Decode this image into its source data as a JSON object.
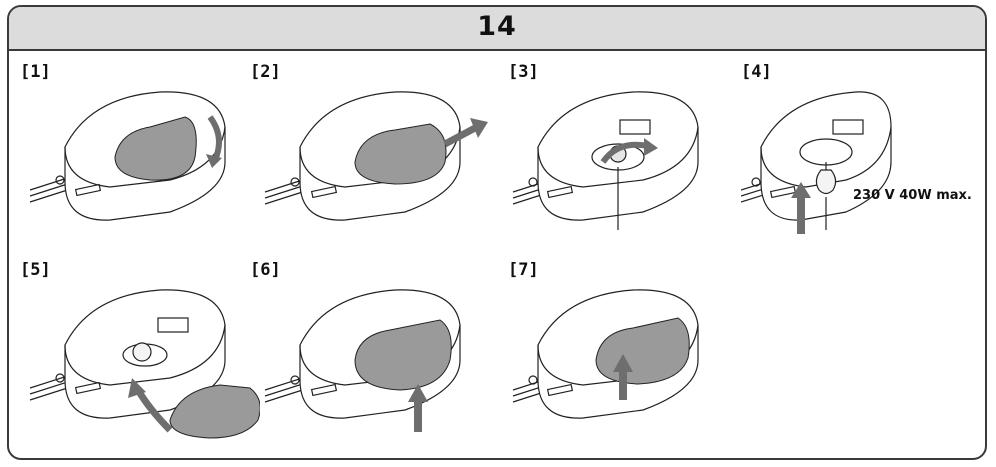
{
  "header": {
    "title": "14"
  },
  "steps": [
    {
      "label": "[1]"
    },
    {
      "label": "[2]"
    },
    {
      "label": "[3]"
    },
    {
      "label": "[4]"
    },
    {
      "label": "[5]"
    },
    {
      "label": "[6]"
    },
    {
      "label": "[7]"
    }
  ],
  "bulb_caption": "230 V 40W max.",
  "colors": {
    "cover": "#9a9a9a",
    "arrow": "#6e6e6e",
    "outline": "#222222",
    "title_bg": "#dcdcdc"
  }
}
